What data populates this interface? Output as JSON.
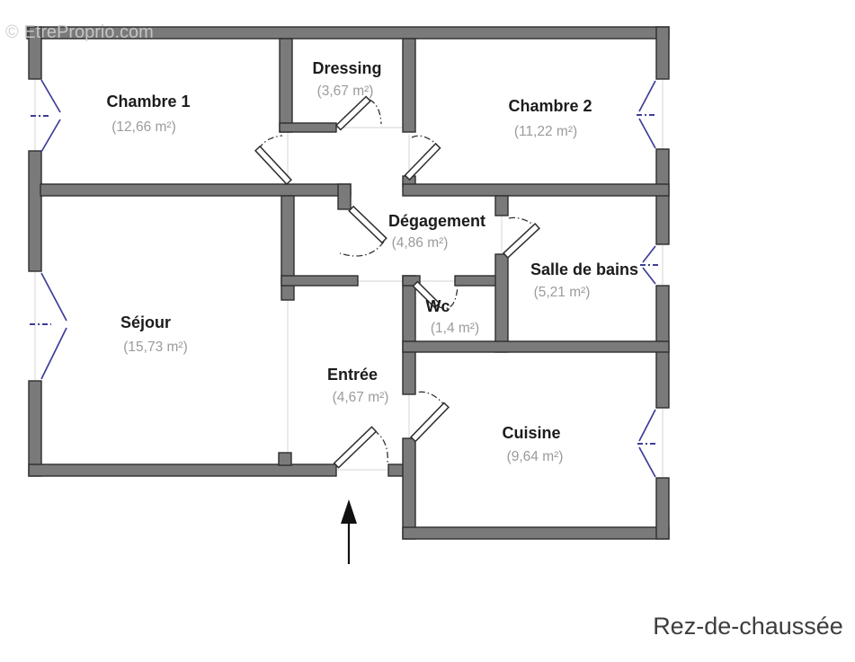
{
  "watermark": "© EtreProprio.com",
  "floor_label": "Rez-de-chaussée",
  "rooms": {
    "chambre1": {
      "name": "Chambre 1",
      "area": "(12,66 m²)"
    },
    "dressing": {
      "name": "Dressing",
      "area": "(3,67 m²)"
    },
    "chambre2": {
      "name": "Chambre 2",
      "area": "(11,22 m²)"
    },
    "degagement": {
      "name": "Dégagement",
      "area": "(4,86 m²)"
    },
    "salle_de_bains": {
      "name": "Salle de bains",
      "area": "(5,21 m²)"
    },
    "wc": {
      "name": "Wc",
      "area": "(1,4 m²)"
    },
    "sejour": {
      "name": "Séjour",
      "area": "(15,73 m²)"
    },
    "entree": {
      "name": "Entrée",
      "area": "(4,67 m²)"
    },
    "cuisine": {
      "name": "Cuisine",
      "area": "(9,64 m²)"
    }
  },
  "colors": {
    "background": "#ffffff",
    "wall_fill": "#7a7a7a",
    "wall_outline": "#2e2e2e",
    "window_symbol": "#3d3d99",
    "room_name_text": "#1c1c1c",
    "room_area_text": "#9b9b9b",
    "watermark_text": "#cbcbcb",
    "floor_label_text": "#3d3d3d",
    "arrow": "#111111"
  }
}
